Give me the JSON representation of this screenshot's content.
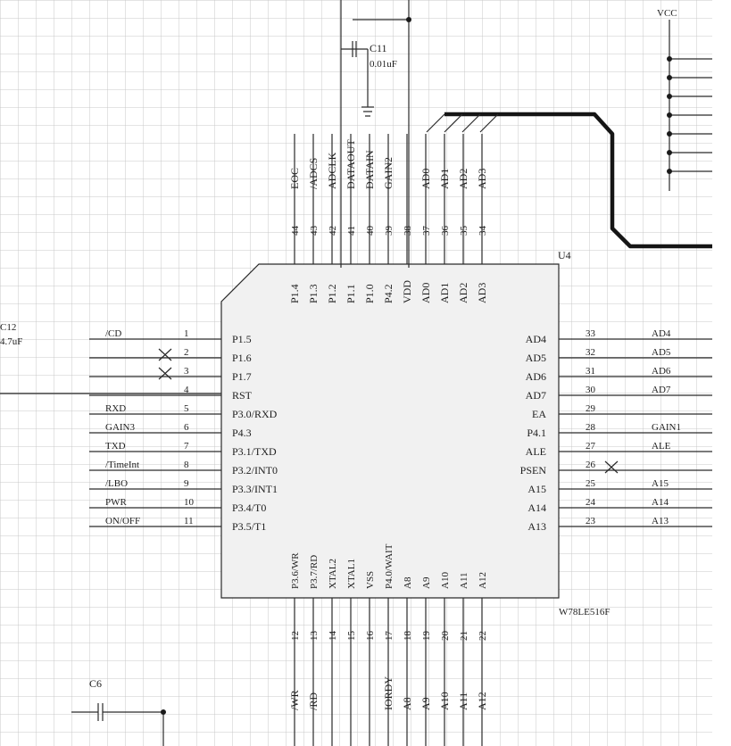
{
  "colors": {
    "background": "#ffffff",
    "grid": "#c9c9c9",
    "chip_fill": "#f1f1f1",
    "line": "#2a2a2a"
  },
  "chip": {
    "designator": "U4",
    "part_number": "W78LE516F",
    "left_pins": [
      {
        "num": "1",
        "name": "P1.5",
        "net": "/CD"
      },
      {
        "num": "2",
        "name": "P1.6",
        "net": ""
      },
      {
        "num": "3",
        "name": "P1.7",
        "net": ""
      },
      {
        "num": "4",
        "name": "RST",
        "net": ""
      },
      {
        "num": "5",
        "name": "P3.0/RXD",
        "net": "RXD"
      },
      {
        "num": "6",
        "name": "P4.3",
        "net": "GAIN3"
      },
      {
        "num": "7",
        "name": "P3.1/TXD",
        "net": "TXD"
      },
      {
        "num": "8",
        "name": "P3.2/INT0",
        "net": "/TimeInt"
      },
      {
        "num": "9",
        "name": "P3.3/INT1",
        "net": "/LBO"
      },
      {
        "num": "10",
        "name": "P3.4/T0",
        "net": "PWR"
      },
      {
        "num": "11",
        "name": "P3.5/T1",
        "net": "ON/OFF"
      }
    ],
    "right_pins": [
      {
        "num": "33",
        "name": "AD4",
        "net": "AD4"
      },
      {
        "num": "32",
        "name": "AD5",
        "net": "AD5"
      },
      {
        "num": "31",
        "name": "AD6",
        "net": "AD6"
      },
      {
        "num": "30",
        "name": "AD7",
        "net": "AD7"
      },
      {
        "num": "29",
        "name": "EA",
        "net": ""
      },
      {
        "num": "28",
        "name": "P4.1",
        "net": "GAIN1"
      },
      {
        "num": "27",
        "name": "ALE",
        "net": "ALE"
      },
      {
        "num": "26",
        "name": "PSEN",
        "net": ""
      },
      {
        "num": "25",
        "name": "A15",
        "net": "A15"
      },
      {
        "num": "24",
        "name": "A14",
        "net": "A14"
      },
      {
        "num": "23",
        "name": "A13",
        "net": "A13"
      }
    ],
    "top_pins": [
      {
        "num": "44",
        "name": "P1.4",
        "net": "EOC"
      },
      {
        "num": "43",
        "name": "P1.3",
        "net": "/ADCS"
      },
      {
        "num": "42",
        "name": "P1.2",
        "net": "ADCLK"
      },
      {
        "num": "41",
        "name": "P1.1",
        "net": "DATAOUT"
      },
      {
        "num": "40",
        "name": "P1.0",
        "net": "DATAIN"
      },
      {
        "num": "39",
        "name": "P4.2",
        "net": "GAIN2"
      },
      {
        "num": "38",
        "name": "VDD",
        "net": ""
      },
      {
        "num": "37",
        "name": "AD0",
        "net": "AD0"
      },
      {
        "num": "36",
        "name": "AD1",
        "net": "AD1"
      },
      {
        "num": "35",
        "name": "AD2",
        "net": "AD2"
      },
      {
        "num": "34",
        "name": "AD3",
        "net": "AD3"
      }
    ],
    "bottom_pins": [
      {
        "num": "12",
        "name": "P3.6/WR",
        "net": "/WR"
      },
      {
        "num": "13",
        "name": "P3.7/RD",
        "net": "/RD"
      },
      {
        "num": "14",
        "name": "XTAL2",
        "net": ""
      },
      {
        "num": "15",
        "name": "XTAL1",
        "net": ""
      },
      {
        "num": "16",
        "name": "VSS",
        "net": ""
      },
      {
        "num": "17",
        "name": "P4.0/WAIT",
        "net": "IORDY"
      },
      {
        "num": "18",
        "name": "A8",
        "net": "A8"
      },
      {
        "num": "19",
        "name": "A9",
        "net": "A9"
      },
      {
        "num": "20",
        "name": "A10",
        "net": "A10"
      },
      {
        "num": "21",
        "name": "A11",
        "net": "A11"
      },
      {
        "num": "22",
        "name": "A12",
        "net": "A12"
      }
    ]
  },
  "components": {
    "c11_label": "C11",
    "c11_value": "0.01uF",
    "c12_label": "C12",
    "c12_value": "4.7uF",
    "c6_label": "C6",
    "vcc_label": "VCC"
  }
}
